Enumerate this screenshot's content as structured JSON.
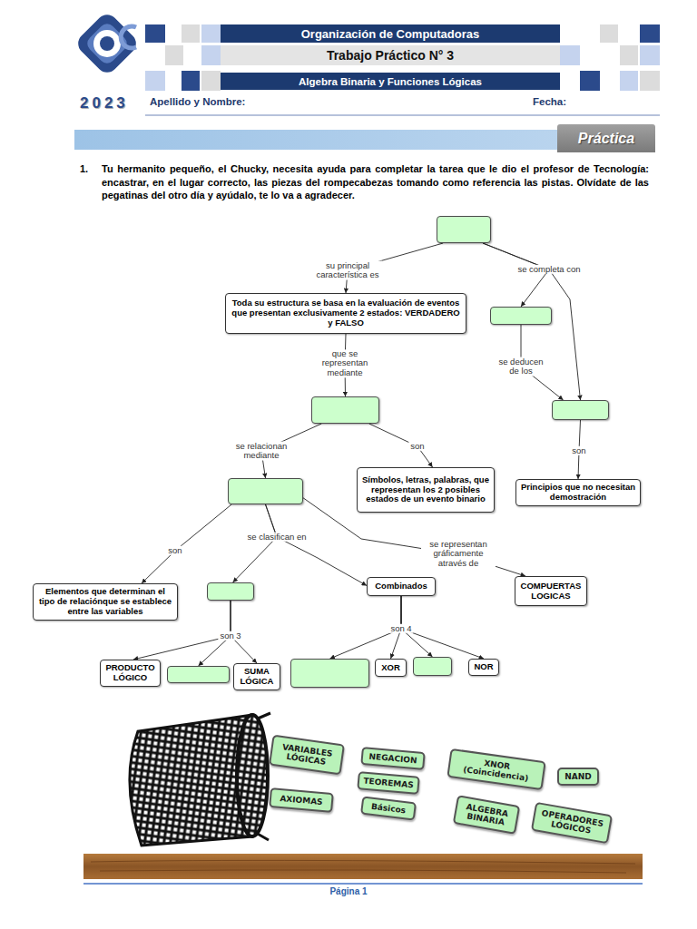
{
  "diagram": {
    "nodes": [
      {
        "text": [
          "Organización de Computadoras"
        ]
      },
      {
        "text": [
          "Trabajo Práctico N° 3"
        ]
      },
      {
        "text": [
          "Algebra Binaria y Funciones Lógicas"
        ]
      },
      {
        "text": [
          "Práctica"
        ]
      },
      {
        "text": []
      },
      {
        "text": [
          "Toda su estructura se basa en la evaluación de eventos que presentan exclusivamente 2 estados: VERDADERO y FALSO"
        ]
      },
      {
        "text": []
      },
      {
        "text": []
      },
      {
        "text": []
      },
      {
        "text": [
          "Símbolos, letras, palabras, que representan los 2 posibles estados de un evento binario"
        ]
      },
      {
        "text": [
          "Principios que no necesitan demostración"
        ]
      },
      {
        "text": []
      },
      {
        "text": [
          "Elementos que determinan el tipo de relaciónque se establece entre las variables"
        ]
      },
      {
        "text": []
      },
      {
        "text": [
          "Combinados"
        ]
      },
      {
        "text": [
          "COMPUERTAS LOGICAS"
        ]
      },
      {
        "text": [
          "PRODUCTO LÓGICO"
        ]
      },
      {
        "text": []
      },
      {
        "text": [
          "SUMA LÓGICA"
        ]
      },
      {
        "text": []
      },
      {
        "text": [
          "XOR"
        ]
      },
      {
        "text": []
      },
      {
        "text": [
          "NOR"
        ]
      },
      {
        "text": [
          "VARIABLES LÓGICAS"
        ]
      },
      {
        "text": [
          "NEGACION"
        ]
      },
      {
        "text": [
          "XNOR (Coincidencia)"
        ]
      },
      {
        "text": [
          "NAND"
        ]
      },
      {
        "text": [
          "TEOREMAS"
        ]
      },
      {
        "text": [
          "AXIOMAS"
        ]
      },
      {
        "text": [
          "Básicos"
        ]
      },
      {
        "text": [
          "ALGEBRA BINARIA"
        ]
      },
      {
        "text": [
          "OPERADORES LÓGICOS"
        ]
      }
    ],
    "edges": [
      {
        "from": 4,
        "to": 5,
        "arrow": "to",
        "label": "su principal característica es"
      },
      {
        "from": 4,
        "to": 6,
        "arrow": "to",
        "label": "se completa con"
      },
      {
        "from": 4,
        "to": 8,
        "arrow": "to"
      },
      {
        "from": 6,
        "to": 8,
        "arrow": "to",
        "label": "se deducen de los"
      },
      {
        "from": 5,
        "to": 7,
        "arrow": "to",
        "label": "que se representan mediante"
      },
      {
        "from": 7,
        "to": 11,
        "arrow": "to",
        "label": "se relacionan mediante"
      },
      {
        "from": 7,
        "to": 9,
        "arrow": "to",
        "label": "son"
      },
      {
        "from": 8,
        "to": 10,
        "arrow": "to",
        "label": "son"
      },
      {
        "from": 11,
        "to": 12,
        "arrow": "to",
        "label": "son"
      },
      {
        "from": 11,
        "to": 13,
        "arrow": "to",
        "label": "se clasifican en"
      },
      {
        "from": 11,
        "to": 14,
        "arrow": "to"
      },
      {
        "from": 11,
        "to": 15,
        "arrow": "to",
        "label": "se representan gráficamente através de"
      },
      {
        "from": 13,
        "to": 16,
        "arrow": "to",
        "label": "son 3"
      },
      {
        "from": 13,
        "to": 17,
        "arrow": "to"
      },
      {
        "from": 13,
        "to": 18,
        "arrow": "to"
      },
      {
        "from": 14,
        "to": 19,
        "arrow": "to",
        "label": "son 4"
      },
      {
        "from": 14,
        "to": 20,
        "arrow": "to"
      },
      {
        "from": 14,
        "to": 21,
        "arrow": "to"
      },
      {
        "from": 14,
        "to": 22,
        "arrow": "to"
      }
    ],
    "labels": [
      "2023",
      "Apellido y Nombre:",
      "Fecha:",
      "1.",
      "Tu hermanito pequeño, el Chucky, necesita ayuda para completar la tarea que le dio el profesor de Tecnología: encastrar, en el lugar correcto, las piezas del rompecabezas tomando como referencia las pistas. Olvídate de las pegatinas del otro día y ayúdalo, te lo va a agradecer.",
      "Página 1"
    ]
  }
}
